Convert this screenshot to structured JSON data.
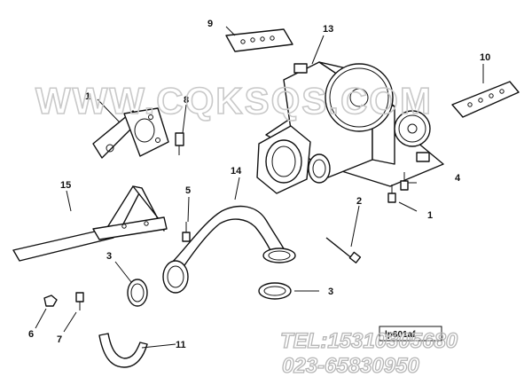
{
  "diagram": {
    "labels": [
      "1",
      "1",
      "2",
      "3",
      "3",
      "4",
      "5",
      "6",
      "7",
      "8",
      "9",
      "10",
      "11",
      "13",
      "14",
      "15"
    ],
    "drawing_code": "lp601af"
  },
  "watermark": {
    "site": "WWW.CQKSQS.COM",
    "tel": "TEL:15310305680",
    "phone2": "023-65830950"
  }
}
